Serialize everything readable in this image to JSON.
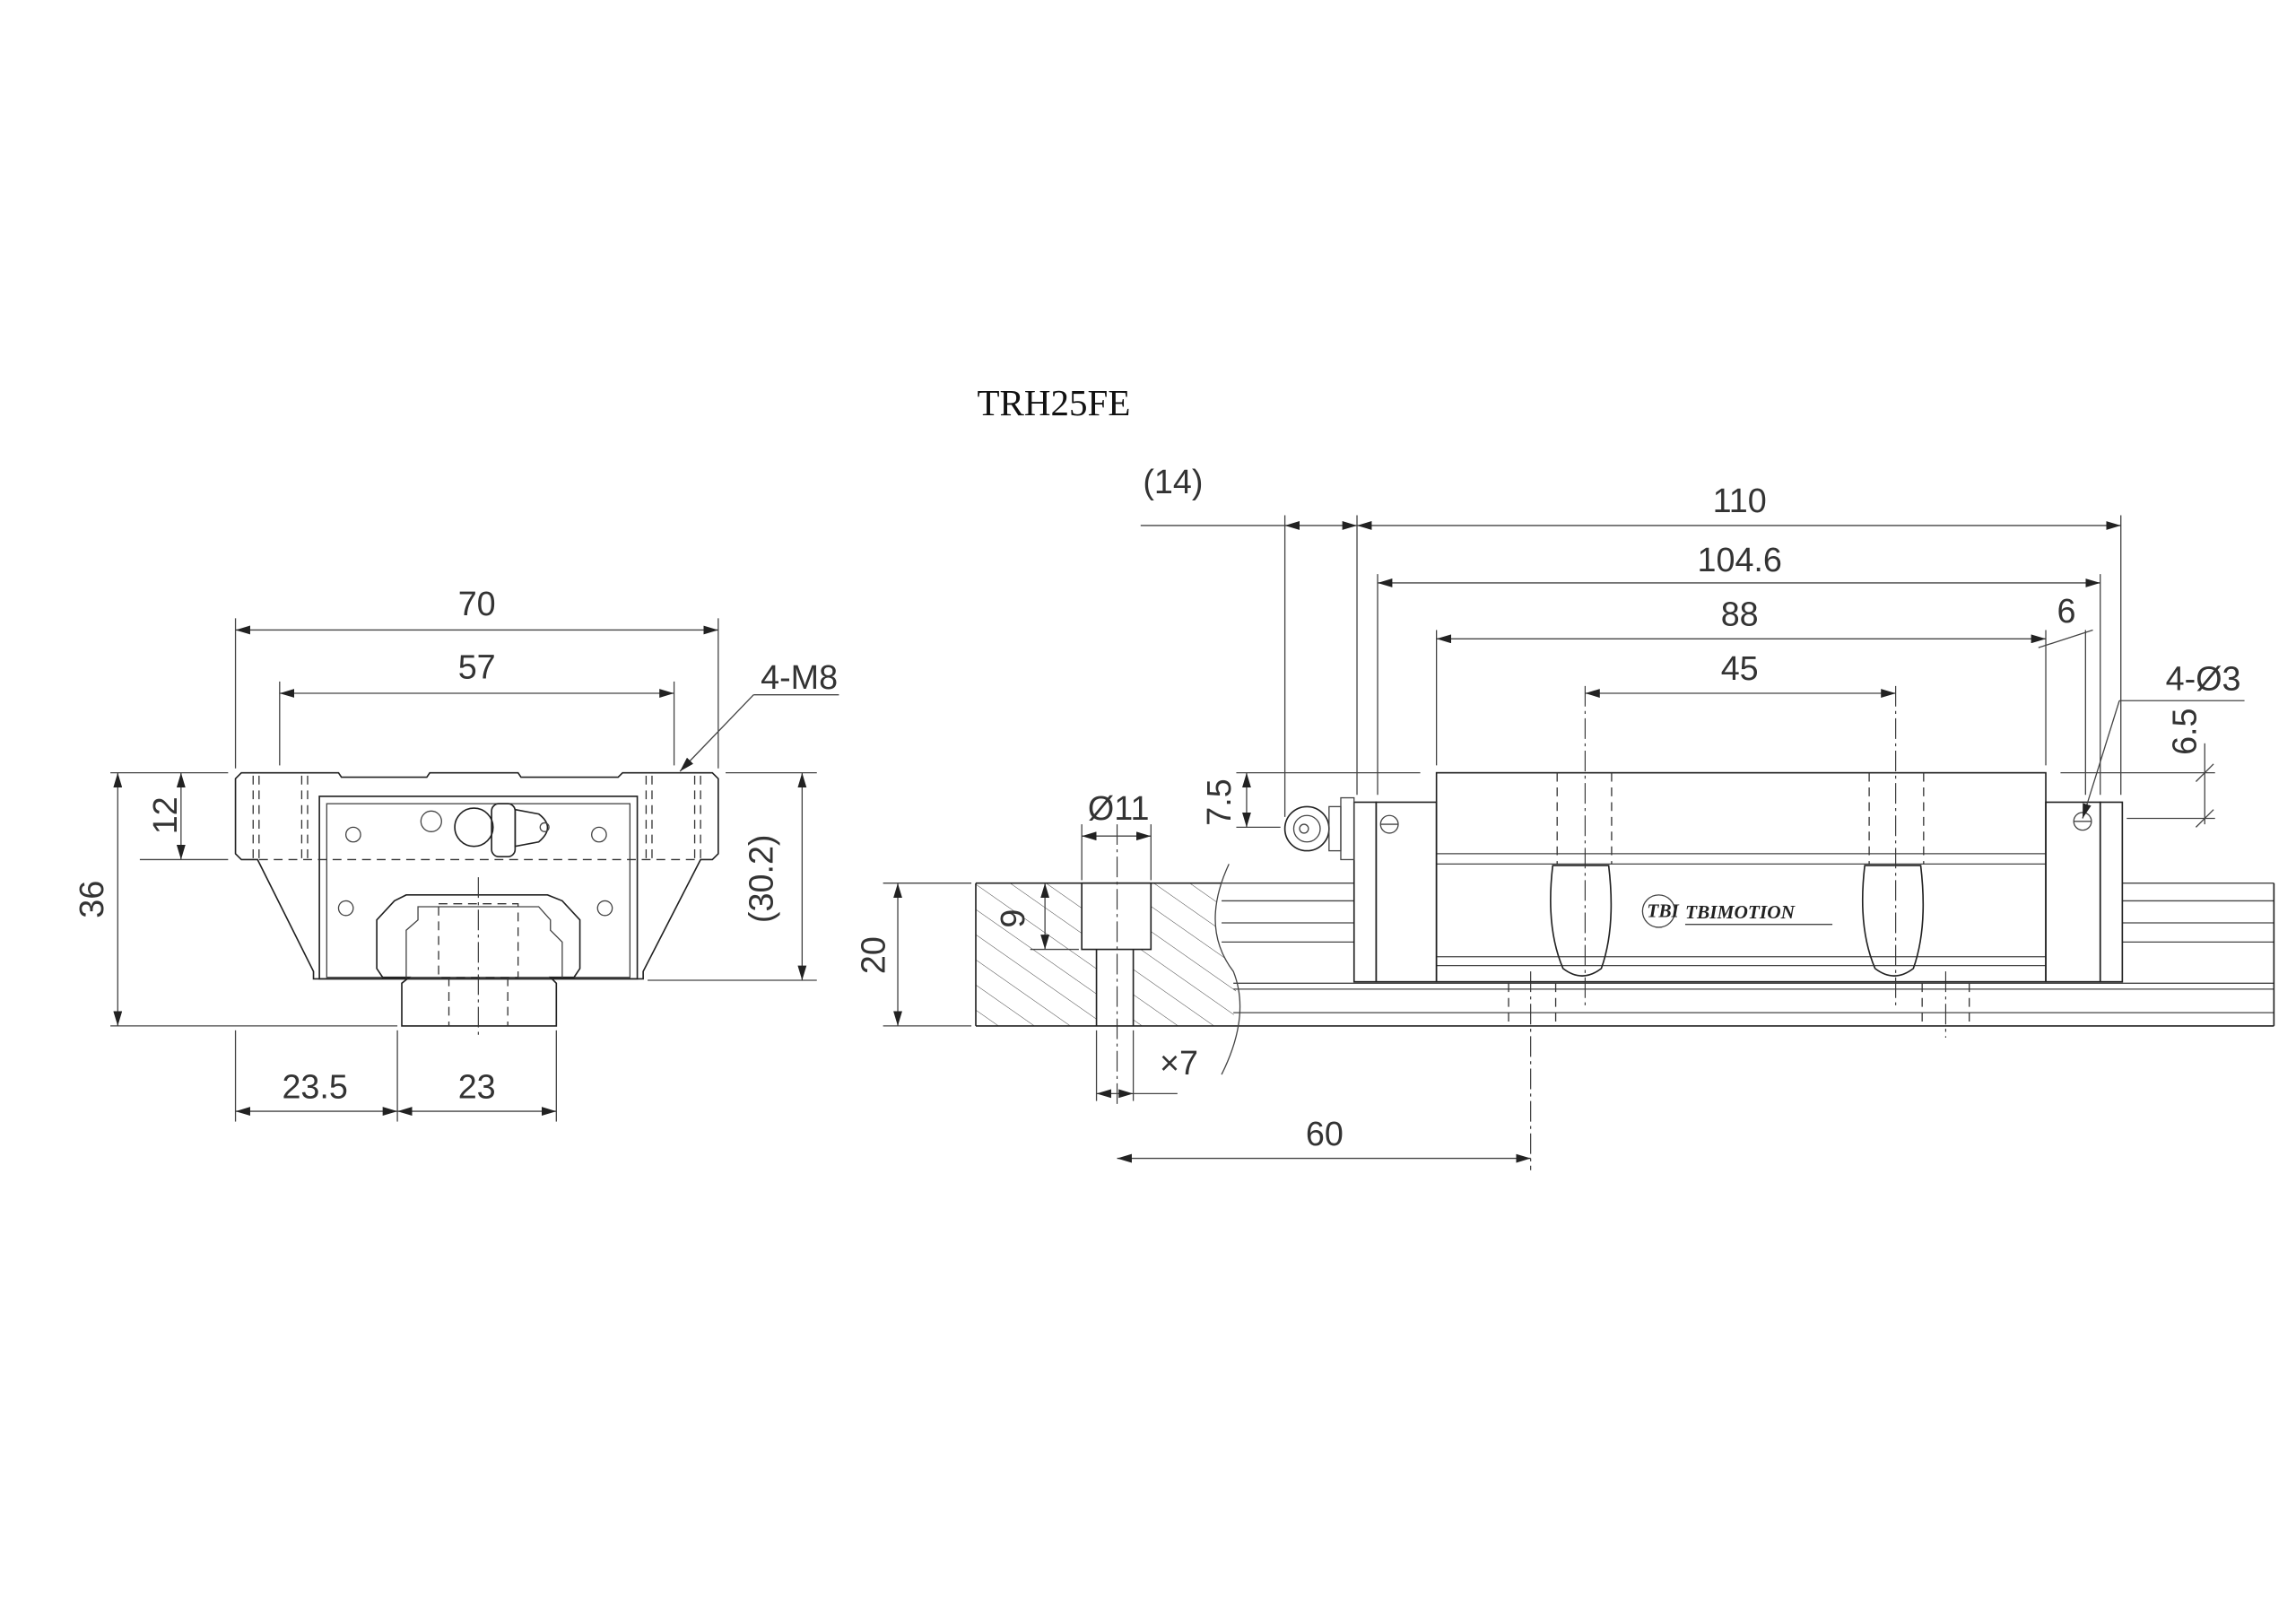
{
  "drawing": {
    "title": "TRH25FE",
    "logo_text": "TBIMOTION",
    "logo_mark": "TBI",
    "front_view": {
      "width_dim": "70",
      "hole_pitch_dim": "57",
      "thread_callout": "4-M8",
      "flange_height_dim": "12",
      "total_height_dim": "36",
      "block_height_dim": "(30.2)",
      "side_offset_dim": "23.5",
      "rail_width_dim": "23"
    },
    "side_view": {
      "nipple_length_dim": "(14)",
      "overall_length_dim": "110",
      "body_length_dim": "104.6",
      "steel_body_dim": "88",
      "hole_pitch_dim": "45",
      "end_offset_dim": "6",
      "pin_callout": "4-Ø3",
      "pin_height_dim": "6.5",
      "nipple_height_dim": "7.5",
      "counterbore_dia_dim": "Ø11",
      "counterbore_depth_dim": "9",
      "rail_height_dim": "20",
      "hole_dia_dim": "×7",
      "rail_hole_pitch_dim": "60"
    }
  }
}
